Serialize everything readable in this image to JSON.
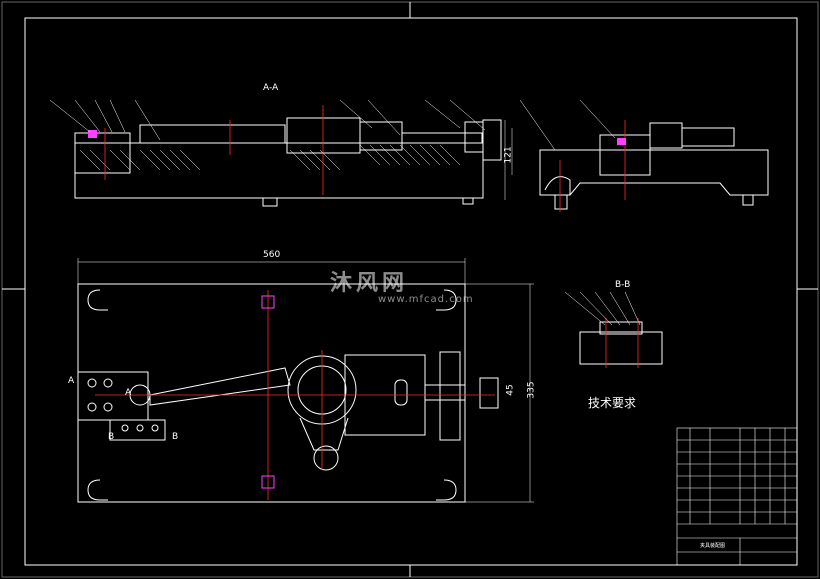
{
  "drawing": {
    "section_aa_label": "A-A",
    "section_bb_label": "B-B",
    "dim_length": "560",
    "dim_width": "335",
    "dim_height": "121",
    "dim_right_small": "45",
    "marker_a_left": "A",
    "marker_a_right": "A",
    "marker_b_left": "B",
    "marker_b_right": "B"
  },
  "notes": {
    "title": "技术要求"
  },
  "title_block": {
    "drawing_title": "夹具装配图"
  },
  "watermark": {
    "text": "沐风网",
    "url": "www.mfcad.com"
  },
  "colors": {
    "background": "#000000",
    "line": "#ffffff",
    "center": "#ff2a2a",
    "hatch": "#ffffff",
    "accent": "#ff40ff"
  }
}
